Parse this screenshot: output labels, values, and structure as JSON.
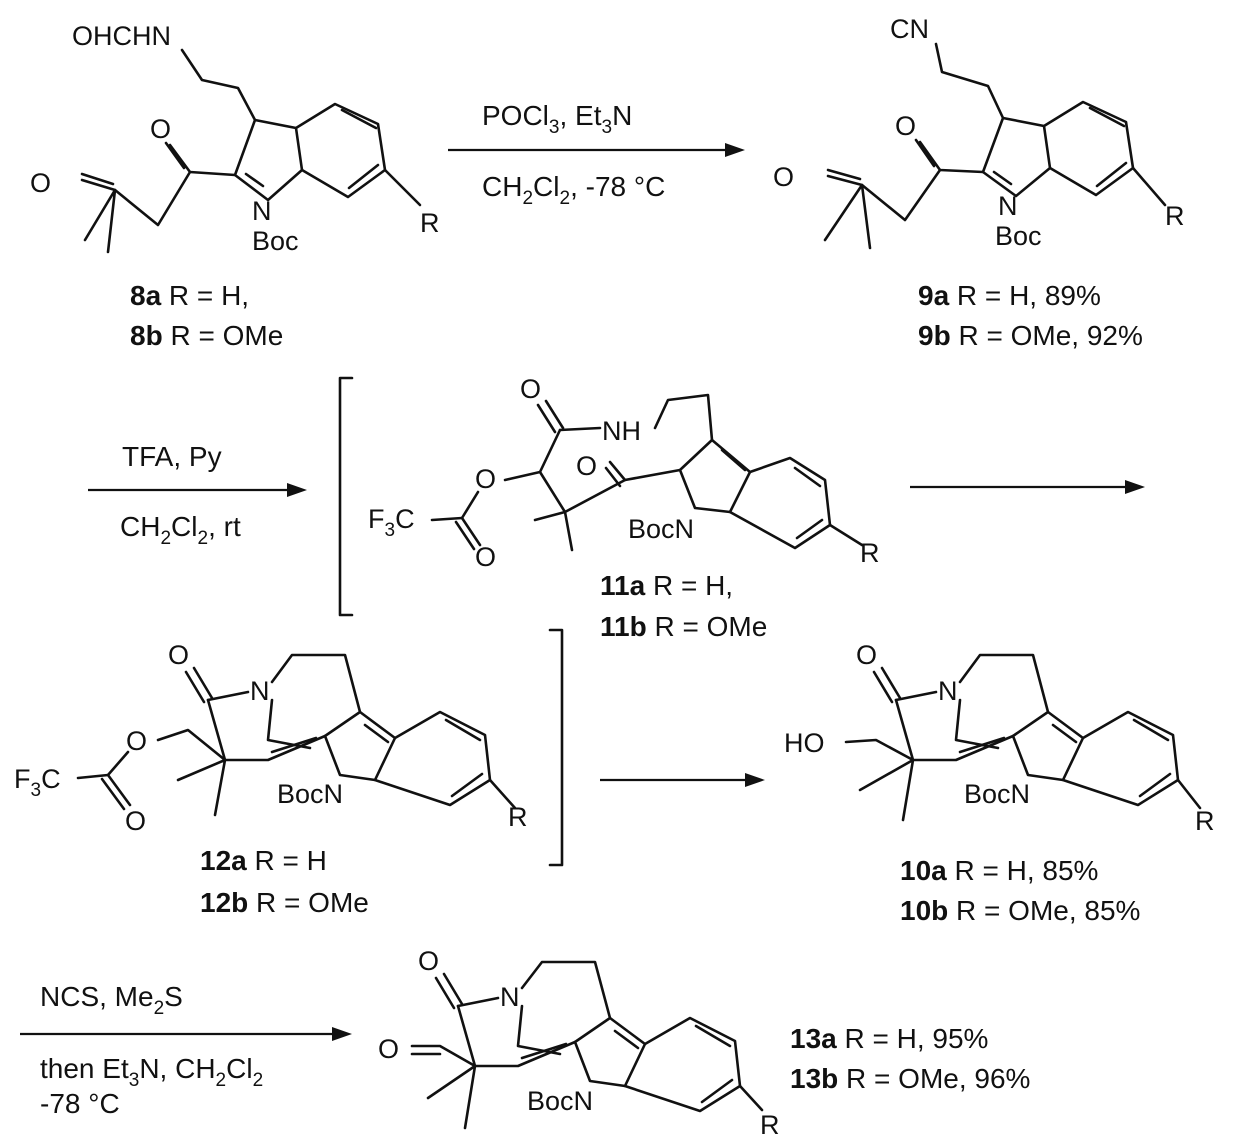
{
  "steps": {
    "s1": {
      "top": "POCl3, Et3N",
      "bottom": "CH2Cl2, -78 °C"
    },
    "s2": {
      "top": "TFA, Py",
      "bottom": "CH2Cl2, rt"
    },
    "s3": {
      "top": "NCS, Me2S",
      "bottom1": "then Et3N, CH2Cl2",
      "bottom2": "-78 °C"
    }
  },
  "compounds": {
    "c8a": {
      "id": "8a",
      "desc": " R = H,"
    },
    "c8b": {
      "id": "8b",
      "desc": " R = OMe"
    },
    "c9a": {
      "id": "9a",
      "desc": " R = H, 89%"
    },
    "c9b": {
      "id": "9b",
      "desc": " R = OMe, 92%"
    },
    "c11a": {
      "id": "11a",
      "desc": " R = H,"
    },
    "c11b": {
      "id": "11b",
      "desc": " R = OMe"
    },
    "c12a": {
      "id": "12a",
      "desc": " R = H"
    },
    "c12b": {
      "id": "12b",
      "desc": " R = OMe"
    },
    "c10a": {
      "id": "10a",
      "desc": " R = H, 85%"
    },
    "c10b": {
      "id": "10b",
      "desc": " R = OMe, 85%"
    },
    "c13a": {
      "id": "13a",
      "desc": " R = H, 95%"
    },
    "c13b": {
      "id": "13b",
      "desc": " R = OMe, 96%"
    }
  },
  "atoms": {
    "ohchn": "OHCHN",
    "cn": "CN",
    "o": "O",
    "n": "N",
    "nh": "NH",
    "r": "R",
    "boc": "Boc",
    "bocn": "BocN",
    "f3c": "F3C",
    "ho": "HO"
  }
}
